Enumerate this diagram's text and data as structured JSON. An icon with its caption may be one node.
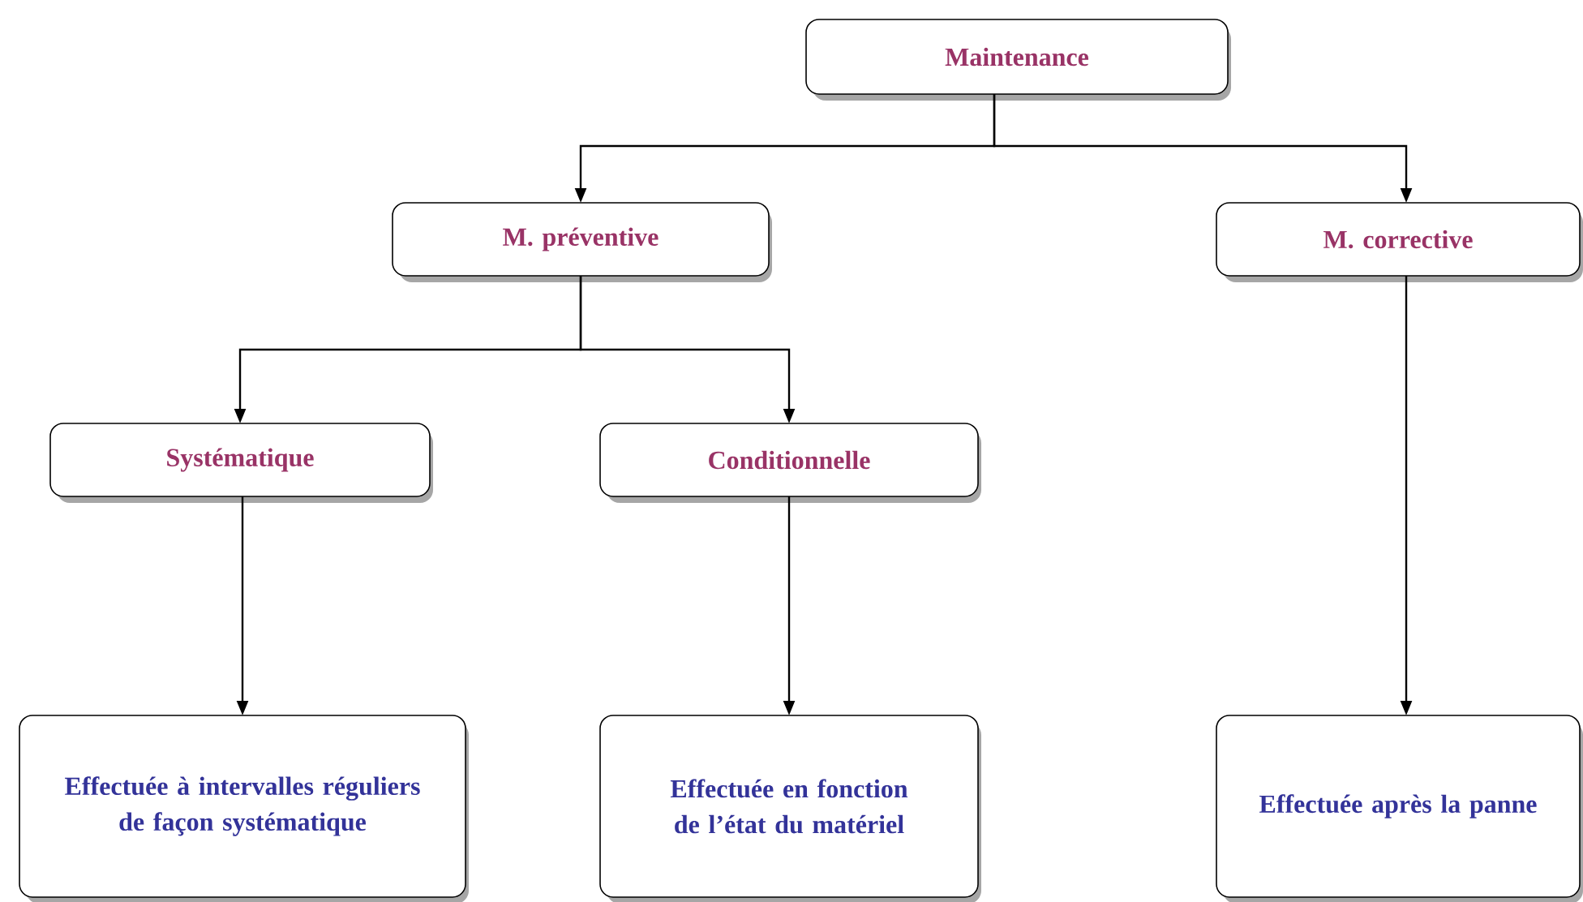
{
  "diagram": {
    "nodes": [
      {
        "text": [
          "Maintenance"
        ]
      },
      {
        "text": [
          "M. préventive"
        ]
      },
      {
        "text": [
          "M. corrective"
        ]
      },
      {
        "text": [
          "Systématique"
        ]
      },
      {
        "text": [
          "Conditionnelle"
        ]
      },
      {
        "text": [
          "Effectuée à intervalles réguliers de façon systématique"
        ]
      },
      {
        "text": [
          "Effectuée en fonction de l’état du matériel"
        ]
      },
      {
        "text": [
          "Effectuée après la panne"
        ]
      }
    ],
    "edges": [
      {
        "from": 0,
        "to": 1,
        "arrow": "to"
      },
      {
        "from": 0,
        "to": 2,
        "arrow": "to"
      },
      {
        "from": 1,
        "to": 3,
        "arrow": "to"
      },
      {
        "from": 1,
        "to": 4,
        "arrow": "to"
      },
      {
        "from": 3,
        "to": 5,
        "arrow": "to"
      },
      {
        "from": 4,
        "to": 6,
        "arrow": "to"
      },
      {
        "from": 2,
        "to": 7,
        "arrow": "to"
      }
    ]
  }
}
